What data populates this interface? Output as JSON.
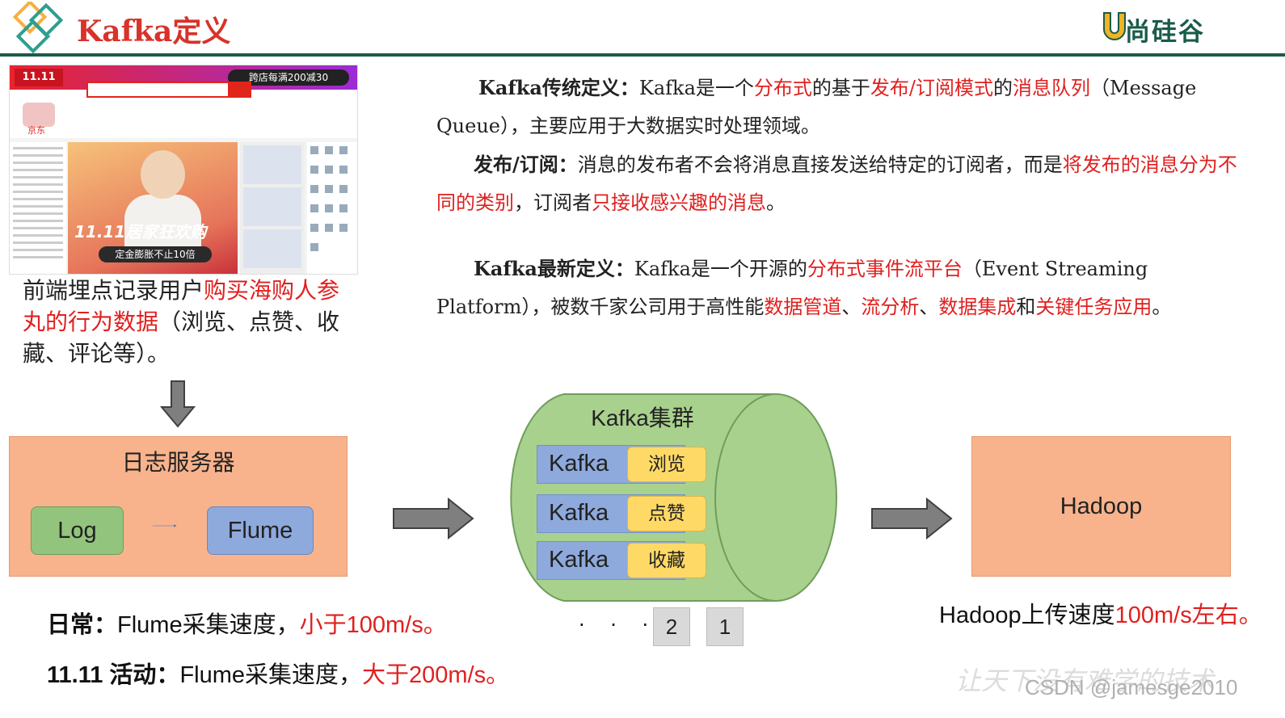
{
  "header": {
    "title": "Kafka定义",
    "brand": "尚硅谷"
  },
  "traditional": {
    "label": "Kafka传统定义：",
    "t1": "Kafka是一个",
    "r1": "分布式",
    "t2": "的基于",
    "r2": "发布/订阅模式",
    "t3": "的",
    "r3": "消息队列",
    "t4": "（Message Queue），主要应用于大数据实时处理领域。"
  },
  "pubsub": {
    "label": "发布/订阅：",
    "t1": "消息的发布者不会将消息直接发送给特定的订阅者，而是",
    "r1": "将发布的消息分为不同的类别",
    "t2": "，订阅者",
    "r2": "只接收感兴趣的消息",
    "t3": "。"
  },
  "latest": {
    "label": "Kafka最新定义：",
    "t1": "Kafka是一个开源的",
    "r1": "分布式事件流平台",
    "t2": "（Event Streaming Platform），被数千家公司用于高性能",
    "r2": "数据管道",
    "t3": "、",
    "r3": "流分析",
    "t4": "、",
    "r4": "数据集成",
    "t5": "和",
    "r5": "关键任务应用",
    "t6": "。"
  },
  "screenshot": {
    "badge": "11.11",
    "promo": "跨店每满200减30",
    "jd": "京东",
    "banner_text": "11.11居家狂欢购",
    "banner_pill": "定金膨胀不止10倍"
  },
  "left_caption": {
    "t1": "前端埋点记录用户",
    "r1": "购买海购人参丸的行为数据",
    "t2": "（浏览、点赞、收藏、评论等）。"
  },
  "log_server": {
    "title": "日志服务器",
    "log": "Log",
    "flume": "Flume"
  },
  "kafka_cluster": {
    "title": "Kafka集群",
    "rows": [
      {
        "name": "Kafka",
        "tag": "浏览"
      },
      {
        "name": "Kafka",
        "tag": "点赞"
      },
      {
        "name": "Kafka",
        "tag": "收藏"
      }
    ],
    "dots": "· · ·",
    "partition_a": "2",
    "partition_b": "1"
  },
  "hadoop": {
    "label": "Hadoop",
    "speed_text": "Hadoop上传速度",
    "speed_red": "100m/s左右。"
  },
  "bottom": {
    "daily_label": "日常：",
    "daily_text": "Flume采集速度，",
    "daily_red": "小于100m/s。",
    "double11_label": "11.11 活动：",
    "double11_text": "Flume采集速度，",
    "double11_red": "大于200m/s。"
  },
  "watermark": {
    "slogan": "让天下没有难学的技术",
    "csdn": "CSDN @jamesge2010"
  },
  "colors": {
    "accent_red": "#e0201f",
    "header_bar": "#1a5b4a",
    "orange_box": "#f8b38c",
    "kafka_blue": "#8ea9db",
    "tag_yellow": "#ffd966",
    "log_green": "#93c47d",
    "cylinder_green": "#a9d18e"
  }
}
